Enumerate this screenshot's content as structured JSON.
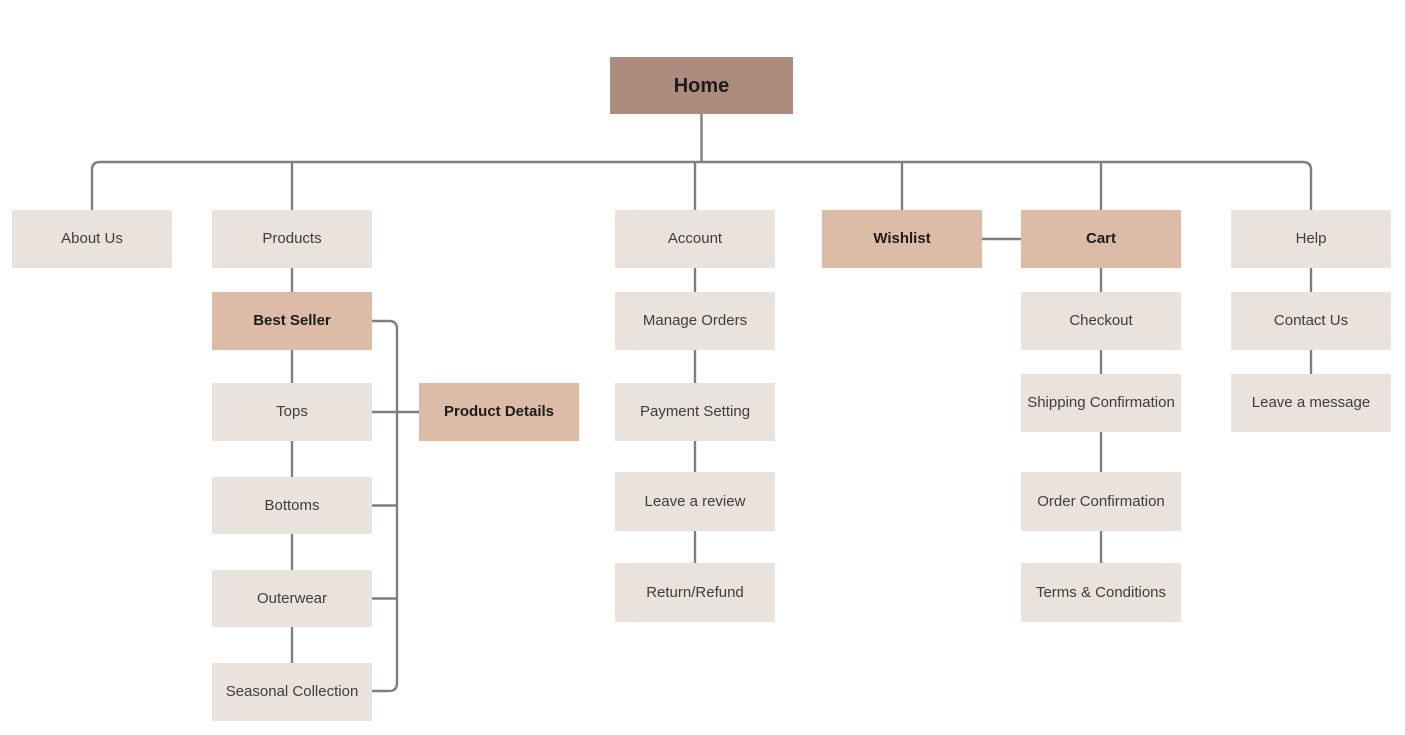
{
  "diagram": {
    "type": "sitemap-flowchart",
    "root": "home"
  },
  "colors": {
    "background": "#ffffff",
    "node_fill": "#eae3dd",
    "accent_fill": "#dcbca6",
    "root_fill": "#ad8b7e",
    "line_color": "#7f7f7f",
    "text_color": "#3d3d3d",
    "text_strong": "#1c1c1c"
  },
  "nodes": {
    "home": {
      "label": "Home"
    },
    "about_us": {
      "label": "About Us"
    },
    "products": {
      "label": "Products"
    },
    "account": {
      "label": "Account"
    },
    "wishlist": {
      "label": "Wishlist"
    },
    "cart": {
      "label": "Cart"
    },
    "help": {
      "label": "Help"
    },
    "best_seller": {
      "label": "Best Seller"
    },
    "tops": {
      "label": "Tops"
    },
    "bottoms": {
      "label": "Bottoms"
    },
    "outerwear": {
      "label": "Outerwear"
    },
    "seasonal_collection": {
      "label": "Seasonal Collection"
    },
    "product_details": {
      "label": "Product Details"
    },
    "manage_orders": {
      "label": "Manage Orders"
    },
    "payment_setting": {
      "label": "Payment Setting"
    },
    "leave_a_review": {
      "label": "Leave a review"
    },
    "return_refund": {
      "label": "Return/Refund"
    },
    "checkout": {
      "label": "Checkout"
    },
    "shipping_confirmation": {
      "label": "Shipping Confirmation"
    },
    "order_confirmation": {
      "label": "Order Confirmation"
    },
    "terms_conditions": {
      "label": "Terms & Conditions"
    },
    "contact_us": {
      "label": "Contact Us"
    },
    "leave_a_message": {
      "label": "Leave a message"
    }
  },
  "edges": [
    [
      "home",
      "about_us"
    ],
    [
      "home",
      "products"
    ],
    [
      "home",
      "account"
    ],
    [
      "home",
      "wishlist"
    ],
    [
      "home",
      "cart"
    ],
    [
      "home",
      "help"
    ],
    [
      "products",
      "best_seller"
    ],
    [
      "best_seller",
      "tops"
    ],
    [
      "tops",
      "bottoms"
    ],
    [
      "bottoms",
      "outerwear"
    ],
    [
      "outerwear",
      "seasonal_collection"
    ],
    [
      "best_seller",
      "product_details"
    ],
    [
      "tops",
      "product_details"
    ],
    [
      "bottoms",
      "product_details"
    ],
    [
      "outerwear",
      "product_details"
    ],
    [
      "seasonal_collection",
      "product_details"
    ],
    [
      "account",
      "manage_orders"
    ],
    [
      "manage_orders",
      "payment_setting"
    ],
    [
      "payment_setting",
      "leave_a_review"
    ],
    [
      "leave_a_review",
      "return_refund"
    ],
    [
      "wishlist",
      "cart"
    ],
    [
      "cart",
      "checkout"
    ],
    [
      "checkout",
      "shipping_confirmation"
    ],
    [
      "shipping_confirmation",
      "order_confirmation"
    ],
    [
      "order_confirmation",
      "terms_conditions"
    ],
    [
      "help",
      "contact_us"
    ],
    [
      "contact_us",
      "leave_a_message"
    ]
  ]
}
